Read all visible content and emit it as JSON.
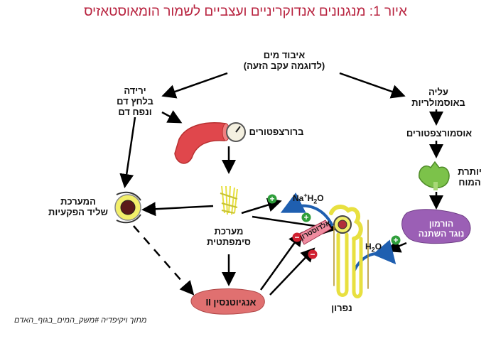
{
  "title": "איור 1: מנגנונים אנדוקריניים ועצביים לשמור הומאוסטאזיס",
  "nodes": {
    "water_loss_line1": "איבוד מים",
    "water_loss_line2": "(לדוגמה עקב הזעה)",
    "bp_drop_line1": "ירידה",
    "bp_drop_line2": "בלחץ דם",
    "bp_drop_line3": "ונפח דם",
    "osmolarity_line1": "עליה",
    "osmolarity_line2": "באוסמולריות",
    "baroreceptors": "ברורצפטורים",
    "osmoreceptors": "אוסמורצפטורים",
    "pituitary_line1": "יותרת",
    "pituitary_line2": "המוח",
    "adh_line1": "הורמון",
    "adh_line2": "נוגד השתנה",
    "jga_line1": "המערכת",
    "jga_line2": "שליד הפקעיות",
    "sympathetic_line1": "מערכת",
    "sympathetic_line2": "סימפתטית",
    "angiotensin": "אנגיוטנסין II",
    "aldosterone": "אלדוסטרון",
    "nephron": "נפרון",
    "na_label": "Na",
    "na_sup": "+",
    "h2o_h": "H",
    "h2o_2": "2",
    "h2o_o": "O"
  },
  "signs": {
    "plus": "+",
    "minus": "−"
  },
  "caption": "מתוך ויקיפדיה #משק_המים_בגוף_האדם",
  "colors": {
    "title": "#b8233f",
    "artery": "#e0474c",
    "pituitary": "#7cc24a",
    "adh_blob": "#9b5fb5",
    "angiotensin_blob": "#e07070",
    "arrow_blue": "#1f5fb0",
    "plus_green": "#2e9e3a",
    "minus_red": "#d02030",
    "nerve_yellow": "#f3ef6a"
  }
}
